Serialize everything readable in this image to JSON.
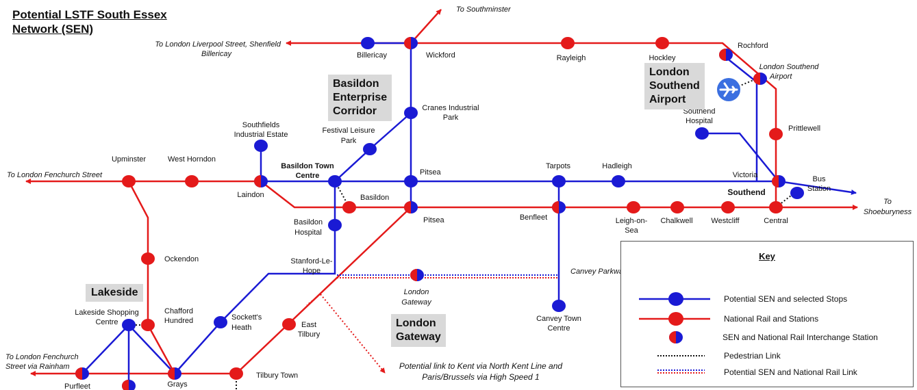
{
  "title": {
    "line1": "Potential LSTF South Essex",
    "line2": "Network (SEN)"
  },
  "areas": {
    "basildon": [
      "Basildon",
      "Enterprise",
      "Corridor"
    ],
    "airport": [
      "London",
      "Southend",
      "Airport"
    ],
    "lakeside": "Lakeside",
    "gateway": [
      "London",
      "Gateway"
    ]
  },
  "destinations": {
    "southminster": "To Southminster",
    "liverpool_1": "To London Liverpool Street, Shenfield",
    "liverpool_2": "Billericay",
    "fenchurch": "To London Fenchurch Street",
    "rainham_1": "To London Fenchurch",
    "rainham_2": "Street via Rainham",
    "shoebury_1": "To",
    "shoebury_2": "Shoeburyness",
    "kent_1": "Potential link to Kent via North Kent Line and",
    "kent_2": "Paris/Brussels via High Speed 1"
  },
  "stations": {
    "billericay": "Billericay",
    "wickford": "Wickford",
    "rayleigh": "Rayleigh",
    "hockley": "Hockley",
    "rochford": "Rochford",
    "airport_1": "London Southend",
    "airport_2": "Airport",
    "cranes_1": "Cranes Industrial",
    "cranes_2": "Park",
    "festival_1": "Festival Leisure",
    "festival_2": "Park",
    "southfields_1": "Southfields",
    "southfields_2": "Industrial Estate",
    "upminster": "Upminster",
    "west_horndon": "West Horndon",
    "laindon": "Laindon",
    "btc_1": "Basildon Town",
    "btc_2": "Centre",
    "basildon": "Basildon",
    "pitsea_sen": "Pitsea",
    "pitsea_rail": "Pitsea",
    "tarpots": "Tarpots",
    "hadleigh": "Hadleigh",
    "hospital_1": "Southend",
    "hospital_2": "Hospital",
    "prittlewell": "Prittlewell",
    "victoria": "Victoria",
    "bus_1": "Bus",
    "bus_2": "Station",
    "southend": "Southend",
    "central": "Central",
    "benfleet": "Benfleet",
    "leigh_1": "Leigh-on-",
    "leigh_2": "Sea",
    "chalkwell": "Chalkwell",
    "westcliff": "Westcliff",
    "bas_hosp_1": "Basildon",
    "bas_hosp_2": "Hospital",
    "ockendon": "Ockendon",
    "stanford_1": "Stanford-Le-",
    "stanford_2": "Hope",
    "gateway_1": "London",
    "gateway_2": "Gateway",
    "canvey_parkway": "Canvey Parkway",
    "canvey_tc_1": "Canvey Town",
    "canvey_tc_2": "Centre",
    "lakeside_sc_1": "Lakeside Shopping",
    "lakeside_sc_2": "Centre",
    "chafford_1": "Chafford",
    "chafford_2": "Hundred",
    "socketts_1": "Sockett's",
    "socketts_2": "Heath",
    "east_tilbury_1": "East",
    "east_tilbury_2": "Tilbury",
    "purfleet": "Purfleet",
    "grays": "Grays",
    "tilbury_town": "Tilbury Town"
  },
  "key": {
    "title": "Key",
    "sen": "Potential SEN and selected Stops",
    "rail": "National Rail and Stations",
    "interchange": "SEN and National Rail Interchange Station",
    "pedestrian": "Pedestrian Link",
    "potential_link": "Potential SEN and National Rail Link"
  },
  "colors": {
    "sen": "#1a1ad4",
    "rail": "#e41a1a",
    "airport_icon": "#3b6fe0",
    "area_box": "#d9d9d9"
  }
}
